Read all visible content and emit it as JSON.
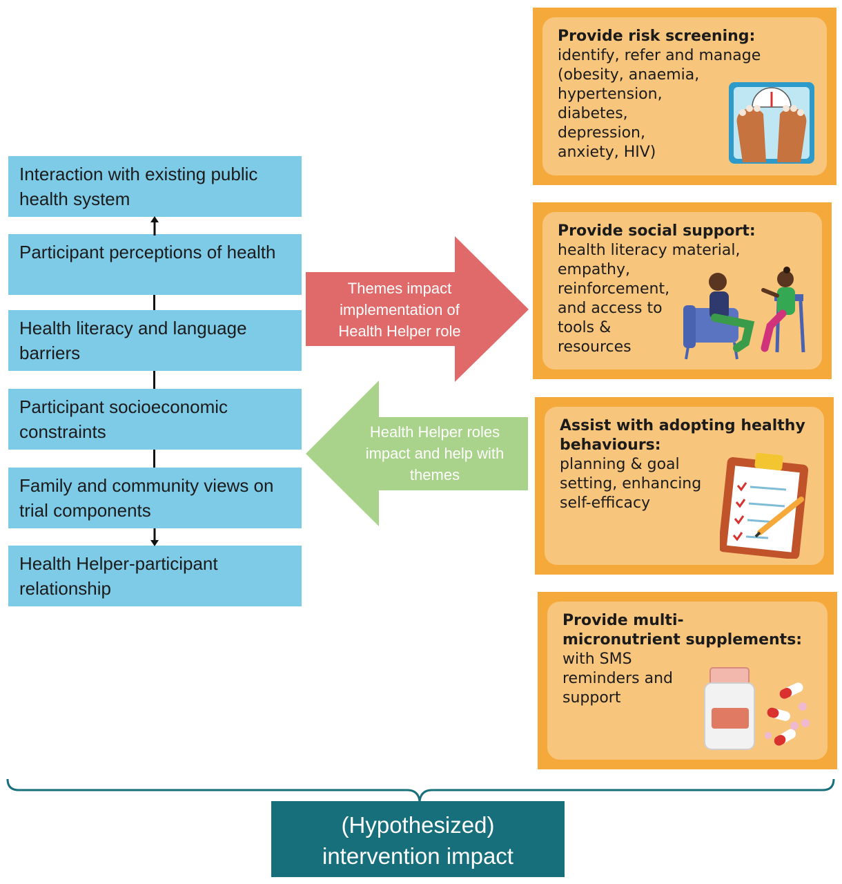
{
  "themes": [
    "Interaction with existing public health system",
    "Participant perceptions of health",
    "Health literacy and language barriers",
    "Participant socioeconomic constraints",
    "Family and community views on trial components",
    "Health Helper-participant relationship"
  ],
  "arrows": {
    "forward_label": "Themes impact\nimplementation of\nHealth Helper role",
    "backward_label": "Health Helper roles\nimpact and help with\nthemes"
  },
  "roles": [
    {
      "title": "Provide risk screening:",
      "text": "identify, refer and manage\n(obesity, anaemia,\nhypertension,\ndiabetes,\ndepression,\nanxiety, HIV)",
      "icon": "weighing-scale-icon"
    },
    {
      "title": "Provide social support:",
      "text": "health literacy material,\nempathy,\nreinforcement,\nand access to\ntools &\nresources",
      "icon": "two-people-talking-icon"
    },
    {
      "title": "Assist with adopting healthy\nbehaviours:",
      "text": "planning & goal\nsetting, enhancing\nself-efficacy",
      "icon": "clipboard-checklist-icon"
    },
    {
      "title": "Provide multi-\nmicronutrient supplements:",
      "text": "with SMS\nreminders and\nsupport",
      "icon": "pill-bottle-icon"
    }
  ],
  "impact": {
    "label": "(Hypothesized)\nintervention impact"
  },
  "colors": {
    "theme_box": "#7ecbe8",
    "role_outer": "#f4a93a",
    "role_inner": "#f8c57c",
    "forward_arrow": "#e06a6a",
    "backward_arrow": "#a9d38a",
    "impact_box": "#176f7c"
  }
}
